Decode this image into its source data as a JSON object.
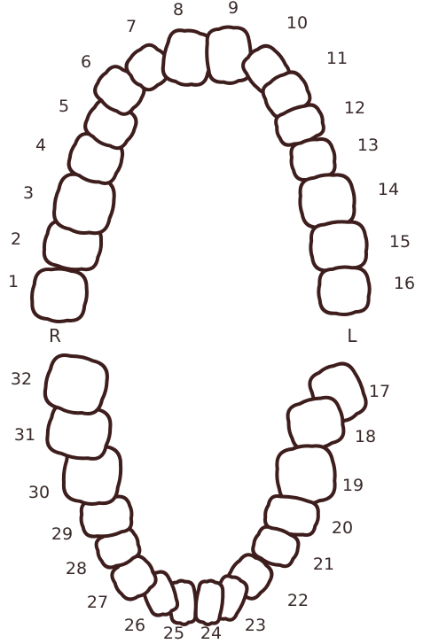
{
  "colors": {
    "outline": "#3e1d1d",
    "label": "#3a2a2a",
    "background": "#ffffff"
  },
  "side_labels": {
    "right": "R",
    "left": "L"
  },
  "upper_teeth": [
    {
      "number": "1"
    },
    {
      "number": "2"
    },
    {
      "number": "3"
    },
    {
      "number": "4"
    },
    {
      "number": "5"
    },
    {
      "number": "6"
    },
    {
      "number": "7"
    },
    {
      "number": "8"
    },
    {
      "number": "9"
    },
    {
      "number": "10"
    },
    {
      "number": "11"
    },
    {
      "number": "12"
    },
    {
      "number": "13"
    },
    {
      "number": "14"
    },
    {
      "number": "15"
    },
    {
      "number": "16"
    }
  ],
  "lower_teeth": [
    {
      "number": "17"
    },
    {
      "number": "18"
    },
    {
      "number": "19"
    },
    {
      "number": "20"
    },
    {
      "number": "21"
    },
    {
      "number": "22"
    },
    {
      "number": "23"
    },
    {
      "number": "24"
    },
    {
      "number": "25"
    },
    {
      "number": "26"
    },
    {
      "number": "27"
    },
    {
      "number": "28"
    },
    {
      "number": "29"
    },
    {
      "number": "30"
    },
    {
      "number": "31"
    },
    {
      "number": "32"
    }
  ]
}
